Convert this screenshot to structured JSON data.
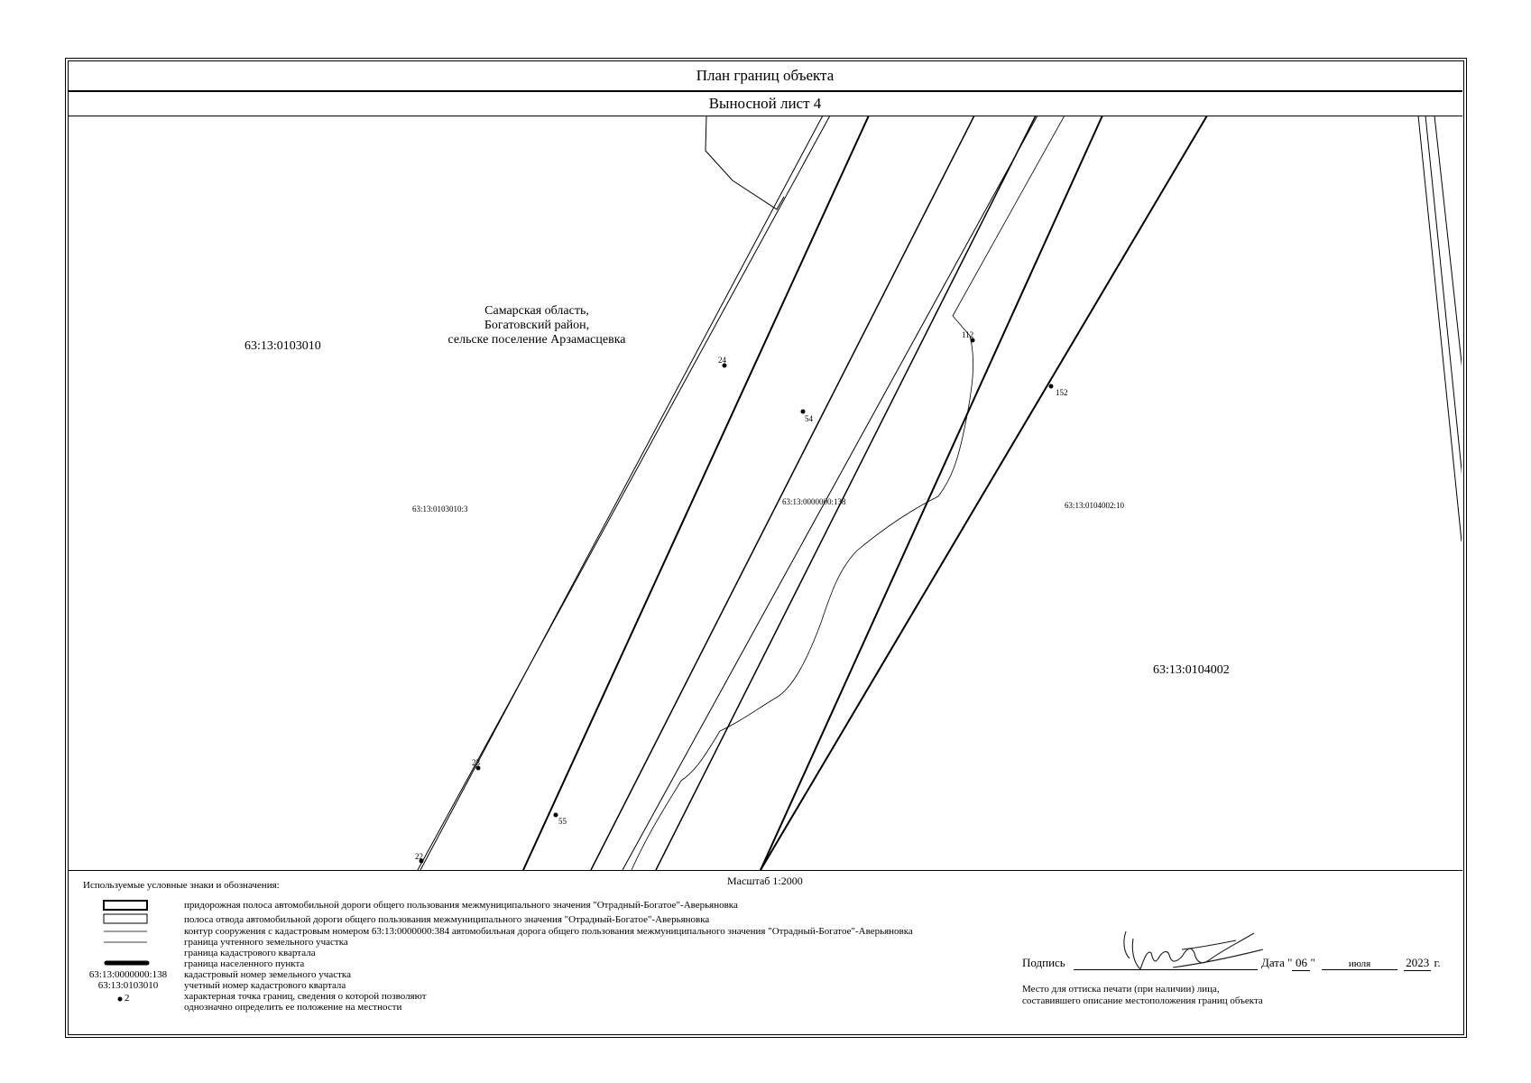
{
  "header": {
    "title": "План границ объекта",
    "subtitle": "Выносной лист 4"
  },
  "map": {
    "labels": {
      "quarter_left": "63:13:0103010",
      "quarter_right": "63:13:0104002",
      "address_line1": "Самарская область,",
      "address_line2": "Богатовский район,",
      "address_line3": "сельске поселение Арзамасцевка",
      "parcel_left": "63:13:0103010:3",
      "parcel_center": "63:13:0000000:138",
      "parcel_right": "63:13:0104002:10"
    },
    "points": [
      {
        "id": "24",
        "label": "24"
      },
      {
        "id": "54",
        "label": "54"
      },
      {
        "id": "112",
        "label": "112"
      },
      {
        "id": "152",
        "label": "152"
      },
      {
        "id": "23",
        "label": "23"
      },
      {
        "id": "55",
        "label": "55"
      },
      {
        "id": "22",
        "label": "22"
      }
    ]
  },
  "scale": "Масштаб 1:2000",
  "legend": {
    "heading": "Используемые условные знаки и обозначения:",
    "items": [
      {
        "symbol": "thick-box",
        "text": "придорожная полоса автомобильной дороги общего пользования межмуниципального значения \"Отрадный-Богатое\"-Аверьяновка"
      },
      {
        "symbol": "double-box",
        "text": "полоса отвода автомобильной дороги общего пользования межмуниципального значения \"Отрадный-Богатое\"-Аверьяновка"
      },
      {
        "symbol": "thin-line",
        "text": "контур сооружения с кадастровым номером 63:13:0000000:384 автомобильная дорога общего пользования межмуниципального значения \"Отрадный-Богатое\"-Аверьяновка"
      },
      {
        "symbol": "thin-line",
        "text": "граница учтенного земельного участка"
      },
      {
        "symbol": "none",
        "text": "граница кадастрового квартала"
      },
      {
        "symbol": "bold-line",
        "text": "граница населенного пункта"
      },
      {
        "symbol": "parcel-number",
        "sample": "63:13:0000000:138",
        "text": "кадастровый номер земельного участка"
      },
      {
        "symbol": "quarter-number",
        "sample": "63:13:0103010",
        "text": "учетный номер кадастрового квартала"
      },
      {
        "symbol": "point",
        "sample": "2",
        "text": "характерная точка границ, сведения о которой позволяют"
      },
      {
        "symbol": "none",
        "text": "однозначно определить ее положение на местности"
      }
    ]
  },
  "signature": {
    "label": "Подпись",
    "date_label": "Дата \"",
    "day": "06",
    "quote_close": "\"",
    "month": "июля",
    "year": "2023",
    "year_suffix": "г.",
    "stamp_line1": "Место для оттиска печати (при наличии) лица,",
    "stamp_line2": "составившего описание местоположения границ объекта"
  }
}
